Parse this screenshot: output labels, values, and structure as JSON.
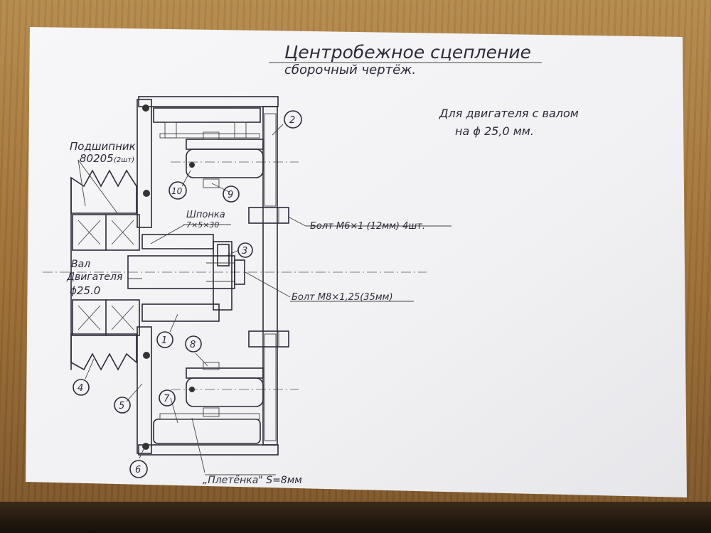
{
  "title": "Центробежное сцепление",
  "subtitle": "сборочный чертёж.",
  "note": {
    "line1": "Для двигателя с валом",
    "line2": "на ϕ 25,0 мм."
  },
  "labels": {
    "bearing_name": "Подшипник",
    "bearing_spec": "80205",
    "bearing_qty": "(2шт)",
    "key_name": "Шпонка",
    "key_size": "7×5×30",
    "shaft_line1": "Вал",
    "shaft_line2": "Двигателя",
    "shaft_line3": "ϕ25.0",
    "bolt_m6": "Болт М6×1 (12мм) 4шт.",
    "bolt_m8": "Болт М8×1,25(35мм)",
    "braid": "„Плетёнка\" S=8мм"
  },
  "callouts": [
    "1",
    "2",
    "3",
    "4",
    "5",
    "6",
    "7",
    "8",
    "9",
    "10"
  ],
  "colors": {
    "ink": "#2b2b3a",
    "paper": "#f4f4f6",
    "desk": "#a0743c"
  }
}
